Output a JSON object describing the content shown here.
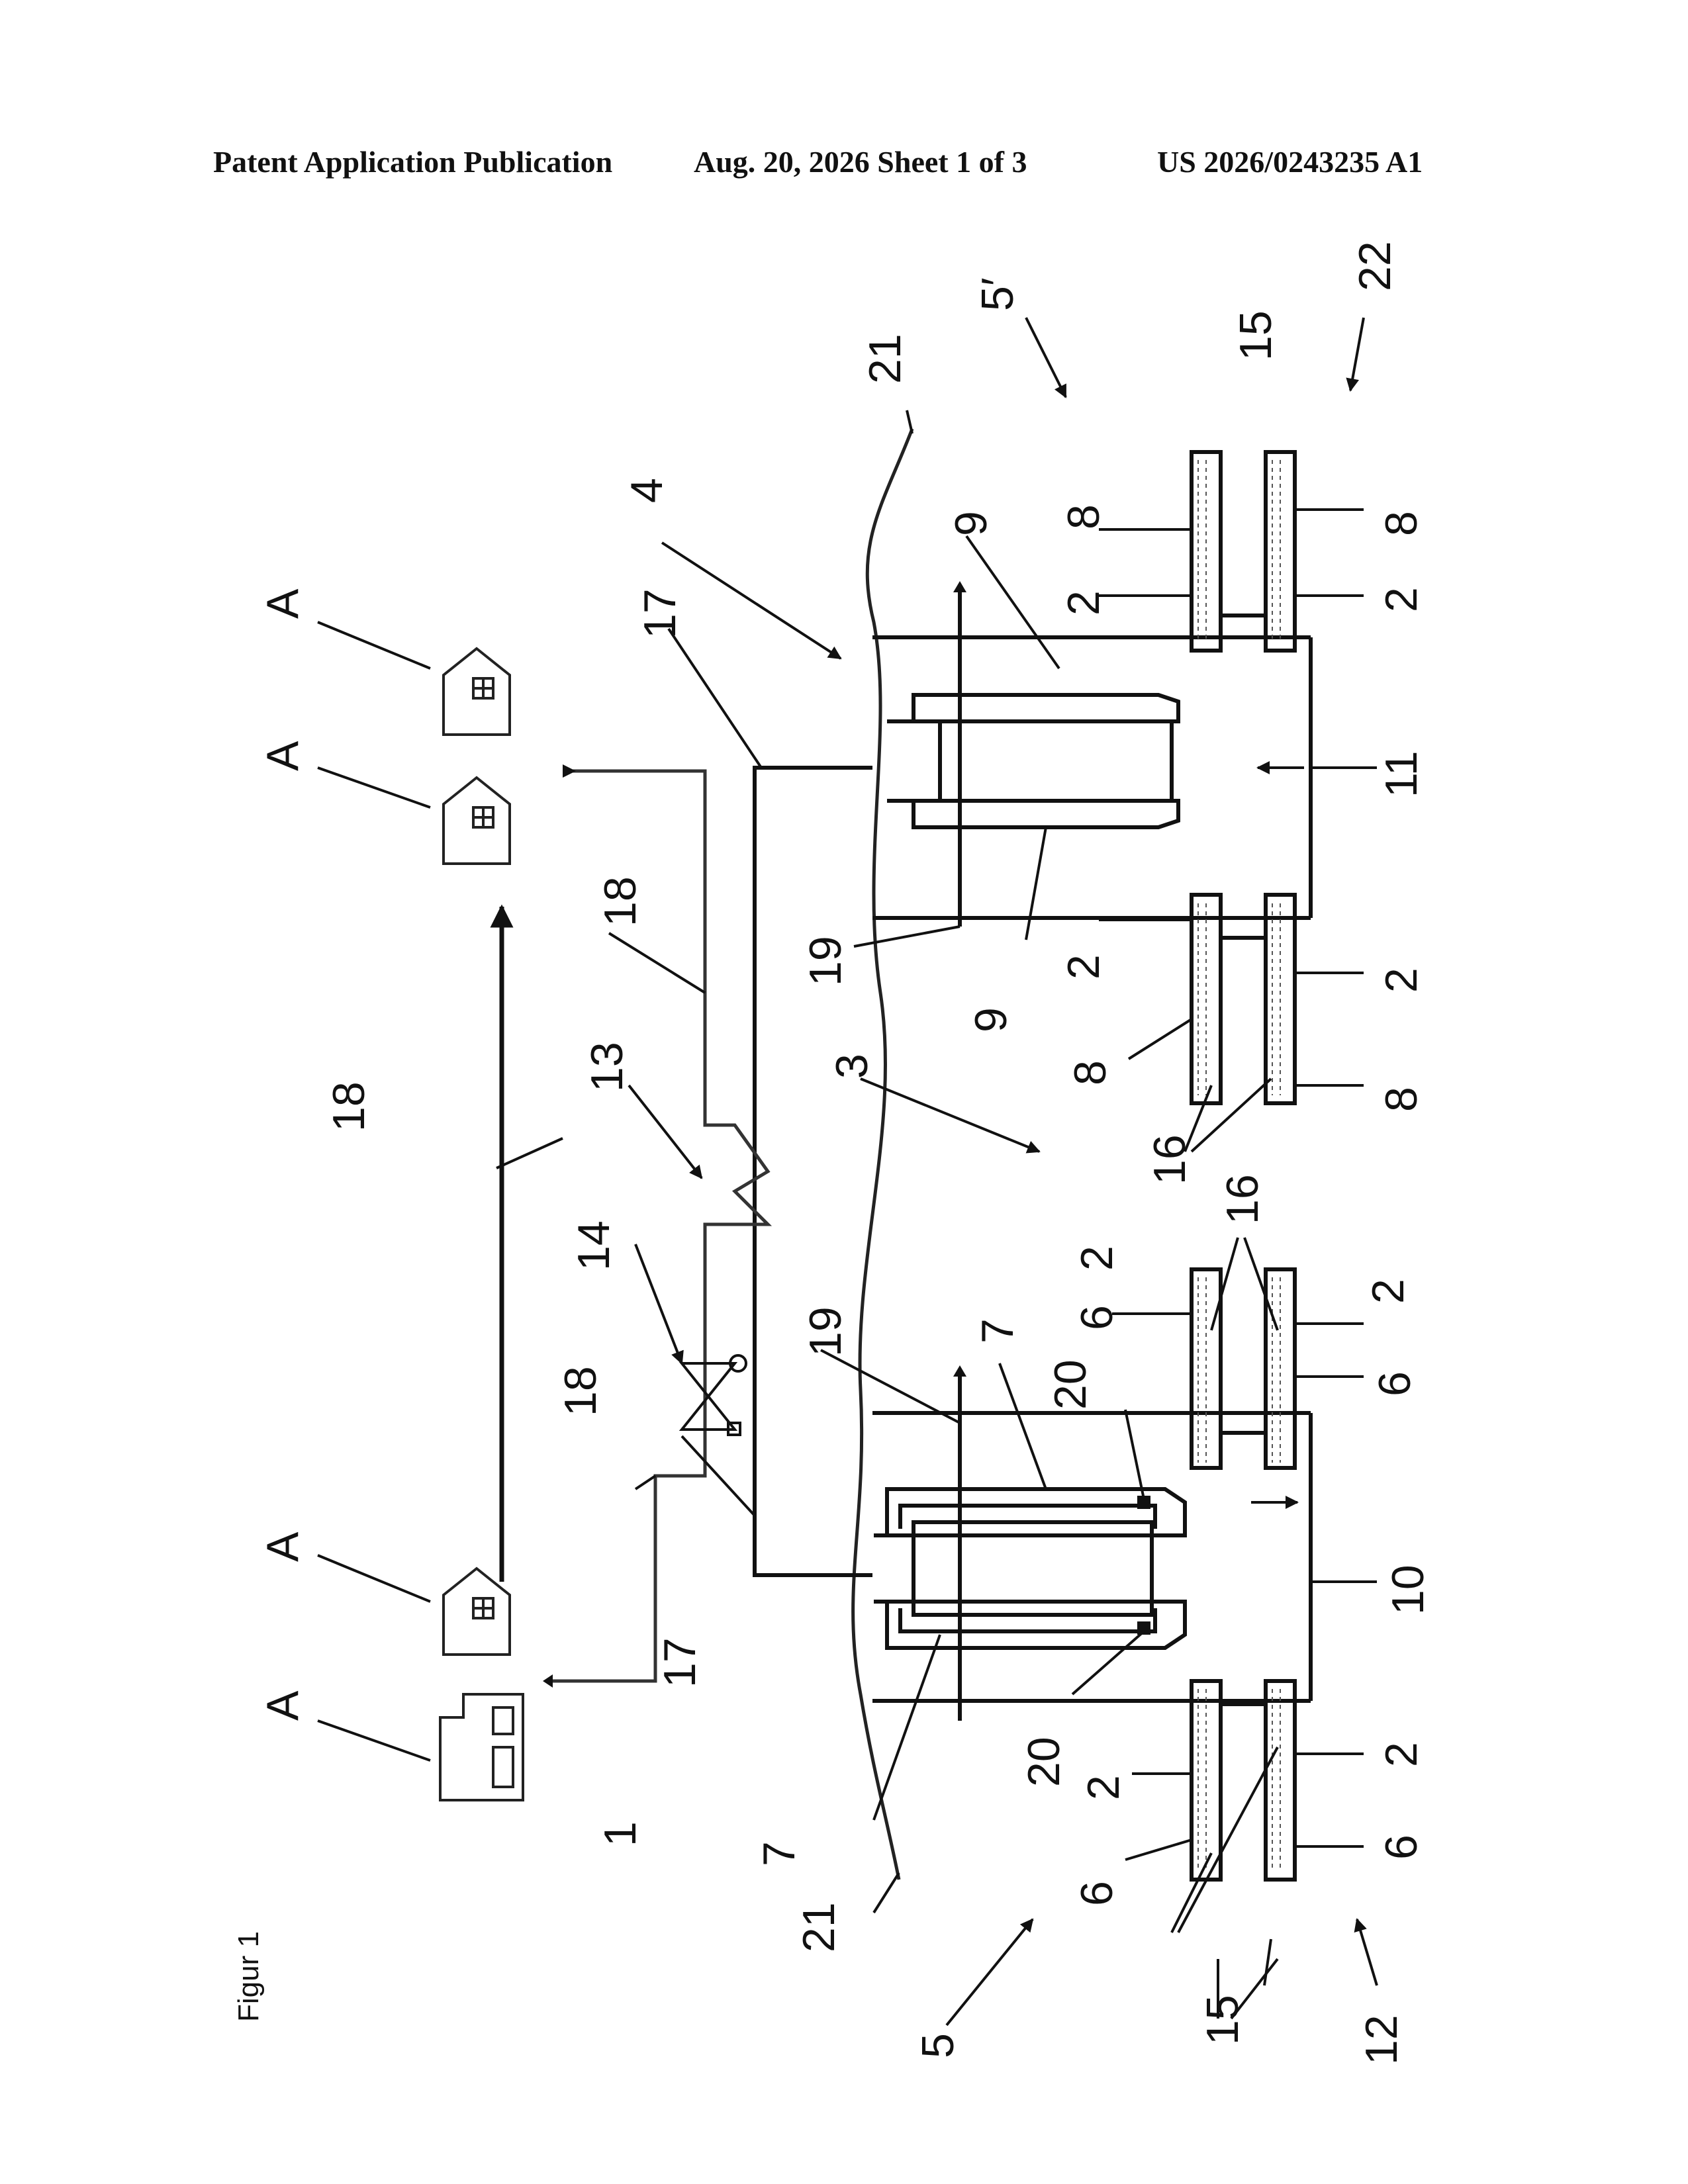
{
  "header": {
    "left": "Patent Application Publication",
    "center": "Aug. 20, 2026  Sheet 1 of 3",
    "right": "US 2026/0243235 A1"
  },
  "figure": {
    "caption": "Figur 1",
    "labels": {
      "n1": "1",
      "n2": "2",
      "n3": "3",
      "n4": "4",
      "n5": "5",
      "n5p": "5′",
      "n6": "6",
      "n7": "7",
      "n8": "8",
      "n9": "9",
      "n10": "10",
      "n11": "11",
      "n12": "12",
      "n13": "13",
      "n14": "14",
      "n15": "15",
      "n16": "16",
      "n17": "17",
      "n18": "18",
      "n19": "19",
      "n20": "20",
      "n21": "21",
      "n22": "22",
      "A": "A"
    }
  }
}
